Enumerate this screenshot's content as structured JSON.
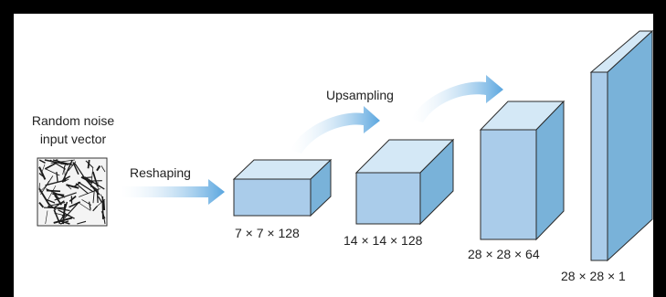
{
  "input": {
    "label_line1": "Random noise",
    "label_line2": "input vector"
  },
  "stages": {
    "reshaping_label": "Reshaping",
    "upsampling_label": "Upsampling"
  },
  "blocks": [
    {
      "dims": "7 × 7 × 128"
    },
    {
      "dims": "14 × 14 × 128"
    },
    {
      "dims": "28 × 28 × 64"
    },
    {
      "dims": "28 × 28 × 1"
    }
  ],
  "colors": {
    "frame": "#000000",
    "background": "#ffffff",
    "block_front": "#aaccea",
    "block_top": "#d4e8f6",
    "block_side": "#79b2d9",
    "block_edge": "#2a2a2a",
    "arrow": "#6aaee0"
  }
}
